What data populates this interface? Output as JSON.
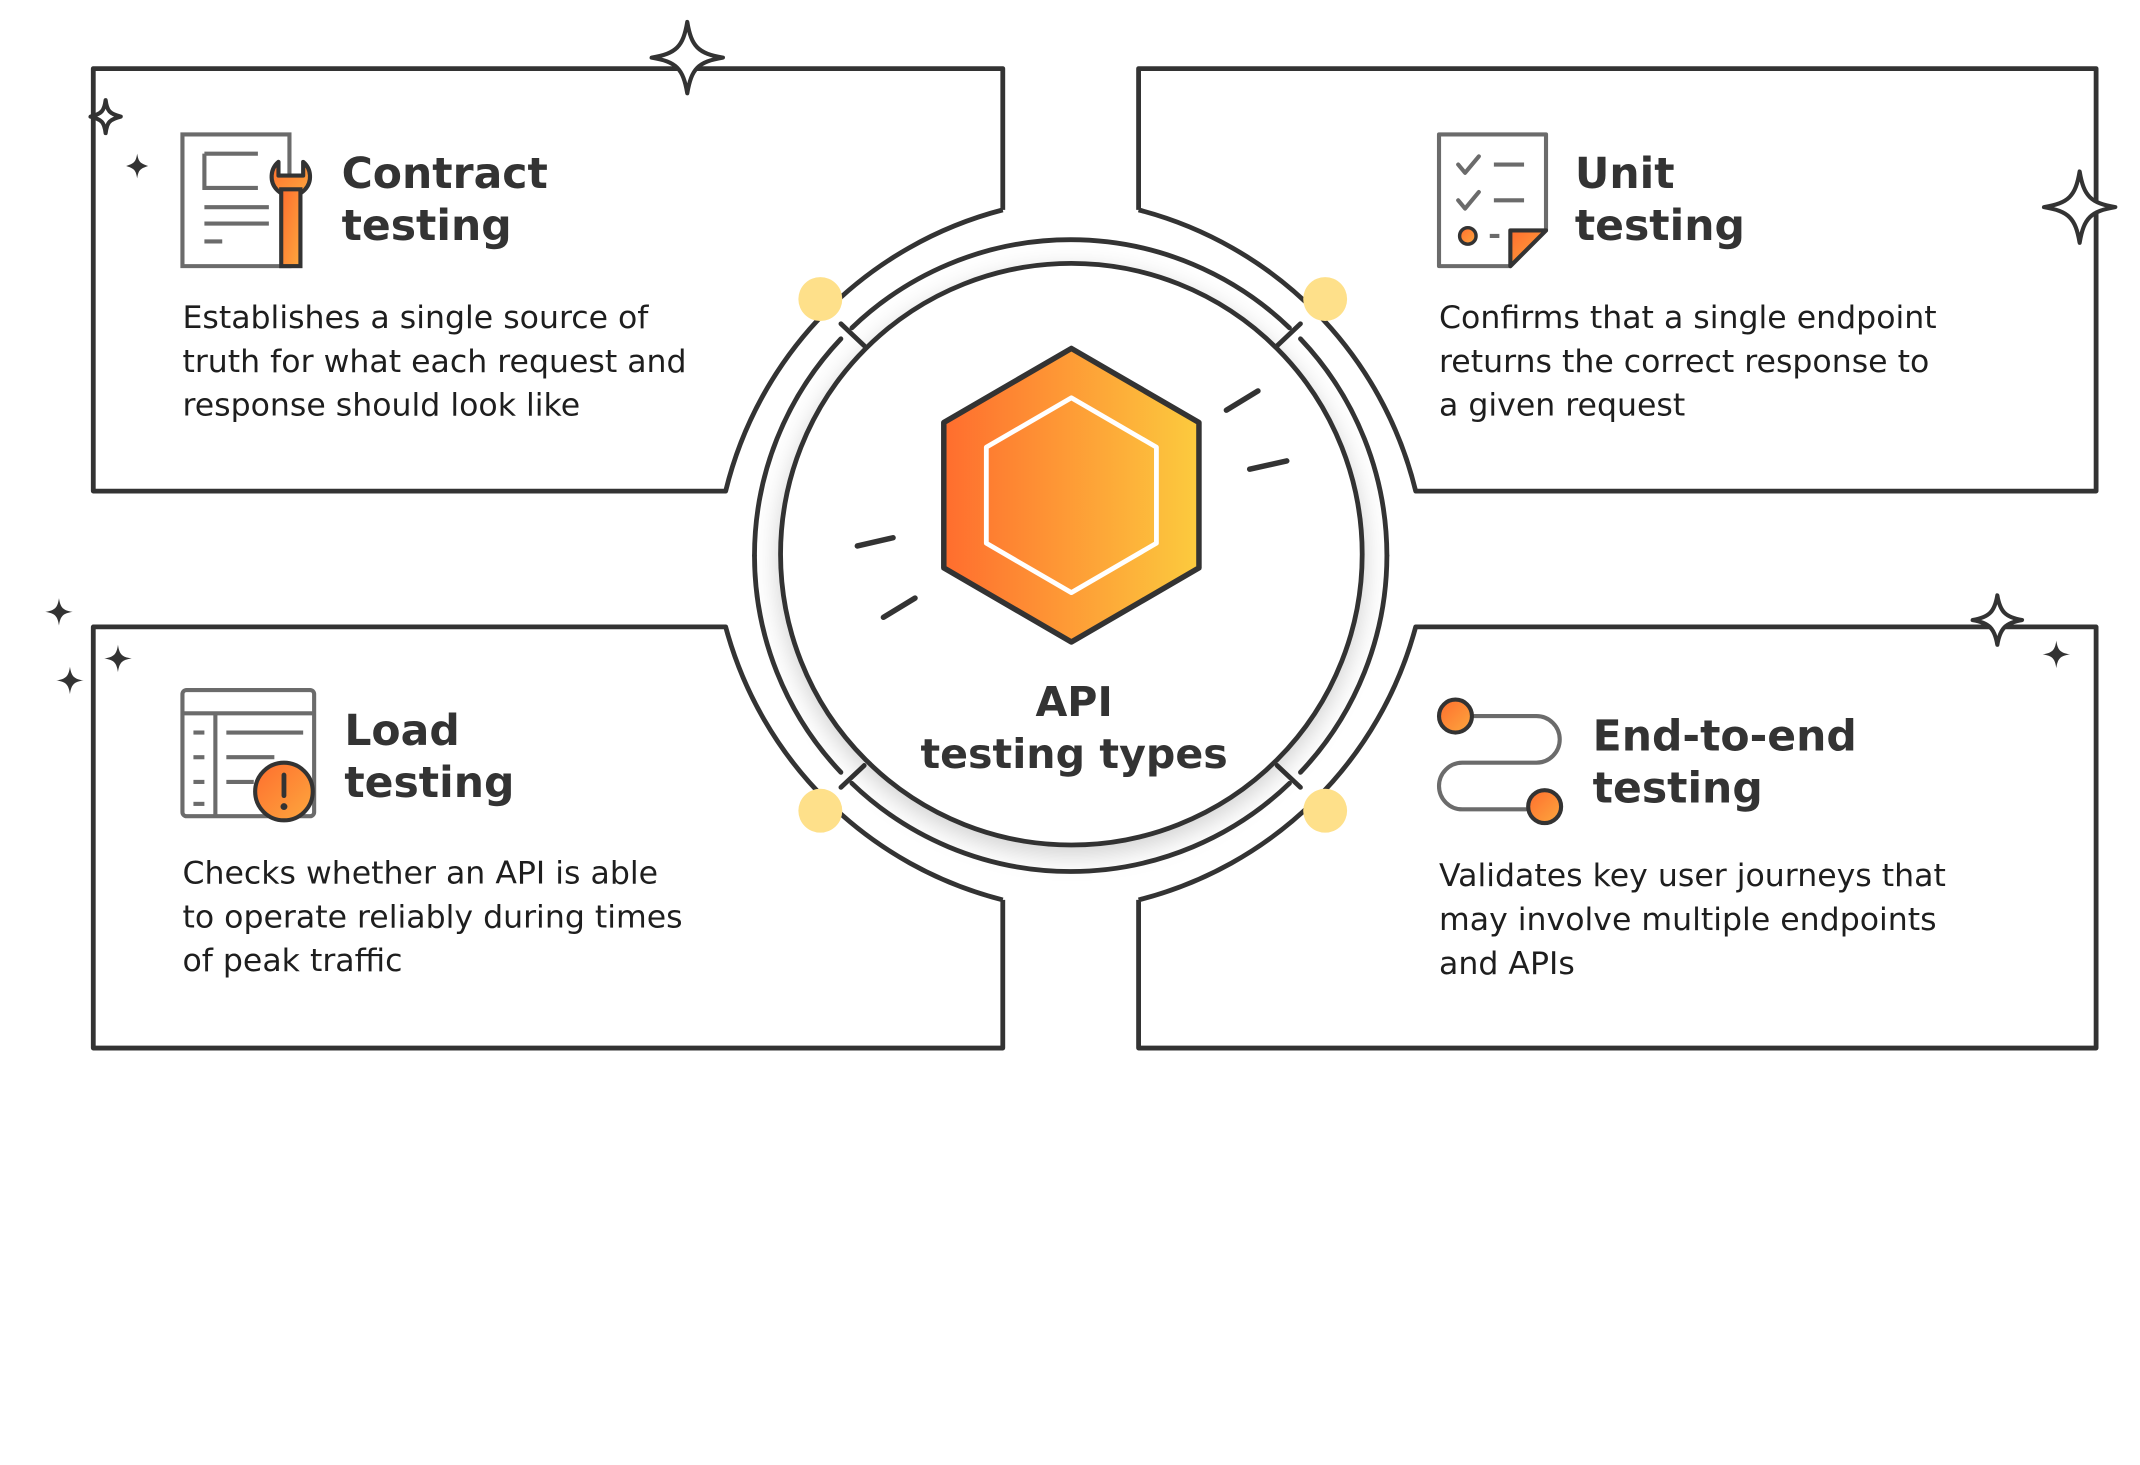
{
  "center": {
    "title": "API\ntesting types"
  },
  "cards": [
    {
      "key": "contract",
      "title": "Contract\ntesting",
      "description": "Establishes a single source of\ntruth for what each request and\nresponse should look like",
      "icon": "document-wrench-icon"
    },
    {
      "key": "unit",
      "title": "Unit\ntesting",
      "description": "Confirms that a single endpoint\nreturns the correct response to\na given request",
      "icon": "checklist-icon"
    },
    {
      "key": "load",
      "title": "Load\ntesting",
      "description": "Checks whether an API is able\nto operate reliably during times\nof peak traffic",
      "icon": "table-alert-icon"
    },
    {
      "key": "end-to-end",
      "title": "End-to-end\ntesting",
      "description": "Validates key user journeys that\nmay involve multiple endpoints\nand APIs",
      "icon": "journey-path-icon"
    }
  ],
  "colors": {
    "outline": "#333333",
    "gradient_start": "#ff6d2e",
    "gradient_end": "#fccb3e",
    "node_dot": "#fee08a",
    "icon_gray": "#6b6b6b"
  }
}
